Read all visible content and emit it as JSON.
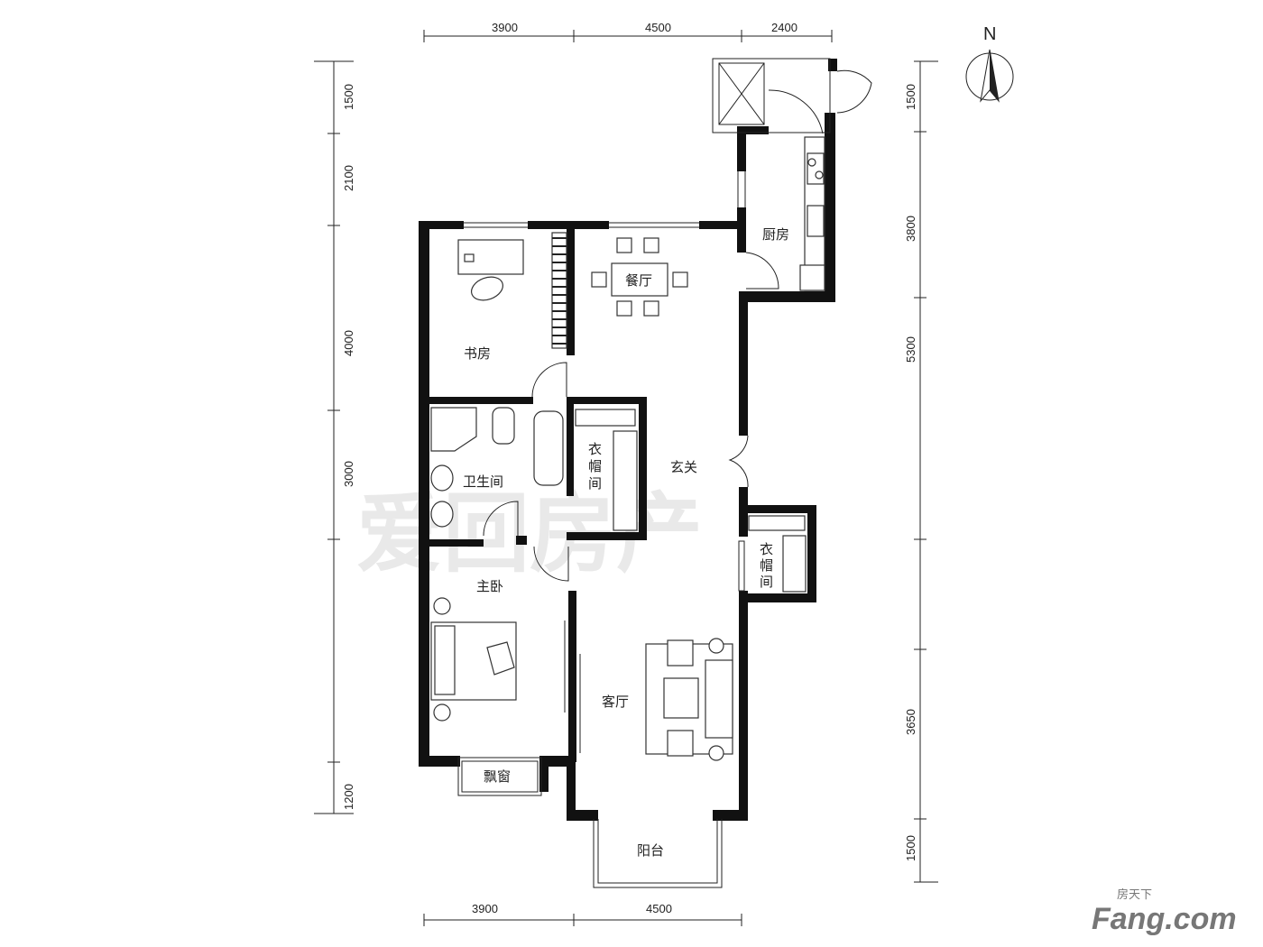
{
  "rooms": {
    "study": "书房",
    "dining": "餐厅",
    "kitchen": "厨房",
    "bathroom": "卫生间",
    "cloakroom_1": [
      "衣",
      "帽",
      "间"
    ],
    "cloakroom_2": [
      "衣",
      "帽",
      "间"
    ],
    "entrance": "玄关",
    "master_bedroom": "主卧",
    "bay_window": "飘窗",
    "living_room": "客厅",
    "balcony": "阳台"
  },
  "dimensions": {
    "top": [
      "3900",
      "4500",
      "2400"
    ],
    "bottom": [
      "3900",
      "4500"
    ],
    "left": [
      "1500",
      "2100",
      "4000",
      "3000",
      "1200"
    ],
    "right": [
      "1500",
      "3800",
      "5300",
      "3650",
      "1500"
    ]
  },
  "compass": {
    "label": "N",
    "icon": "north-arrow-icon"
  },
  "watermark": "爱回房产",
  "brand": {
    "top": "房天下",
    "main": "Fang.com"
  },
  "colors": {
    "wall": "#111111",
    "line": "#222222",
    "watermark": "#e9e9e9"
  }
}
